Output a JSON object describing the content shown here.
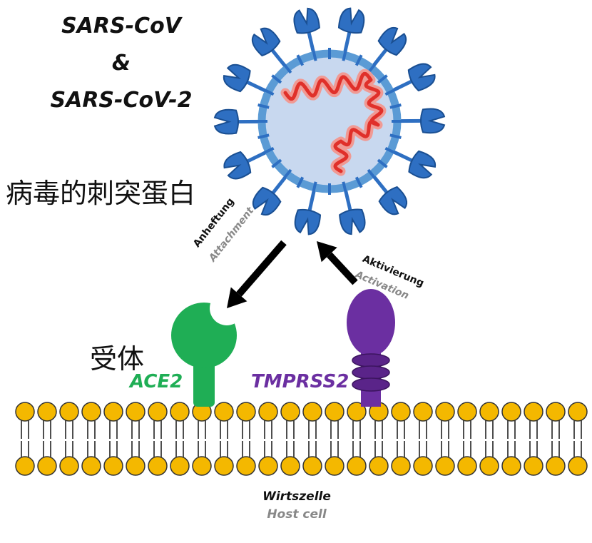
{
  "virus": {
    "name_line1": "SARS-CoV",
    "name_line2": "&",
    "name_line3": "SARS-CoV-2",
    "spike_label": "病毒的刺突蛋白"
  },
  "receptor": {
    "label_cn": "受体",
    "name": "ACE2"
  },
  "protease": {
    "name": "TMPRSS2"
  },
  "steps": {
    "attachment_de": "Anheftung",
    "attachment_en": "Attachment",
    "activation_de": "Aktivierung",
    "activation_en": "Activation"
  },
  "host": {
    "label_de": "Wirtszelle",
    "label_en": "Host cell"
  },
  "colors": {
    "virus_body": "#c8d8ef",
    "virus_membrane": "#5b9bd5",
    "spike": "#2e6fc2",
    "rna": "#e0302a",
    "ace2": "#1fae55",
    "tmprss2": "#6b2fa1",
    "lipid_head": "#f4b800",
    "arrow": "#000000"
  },
  "icons": [
    "virus-particle-icon",
    "spike-protein-icon",
    "rna-strand-icon",
    "ace2-receptor-icon",
    "tmprss2-protease-icon",
    "lipid-bilayer-icon",
    "arrow-icon"
  ]
}
